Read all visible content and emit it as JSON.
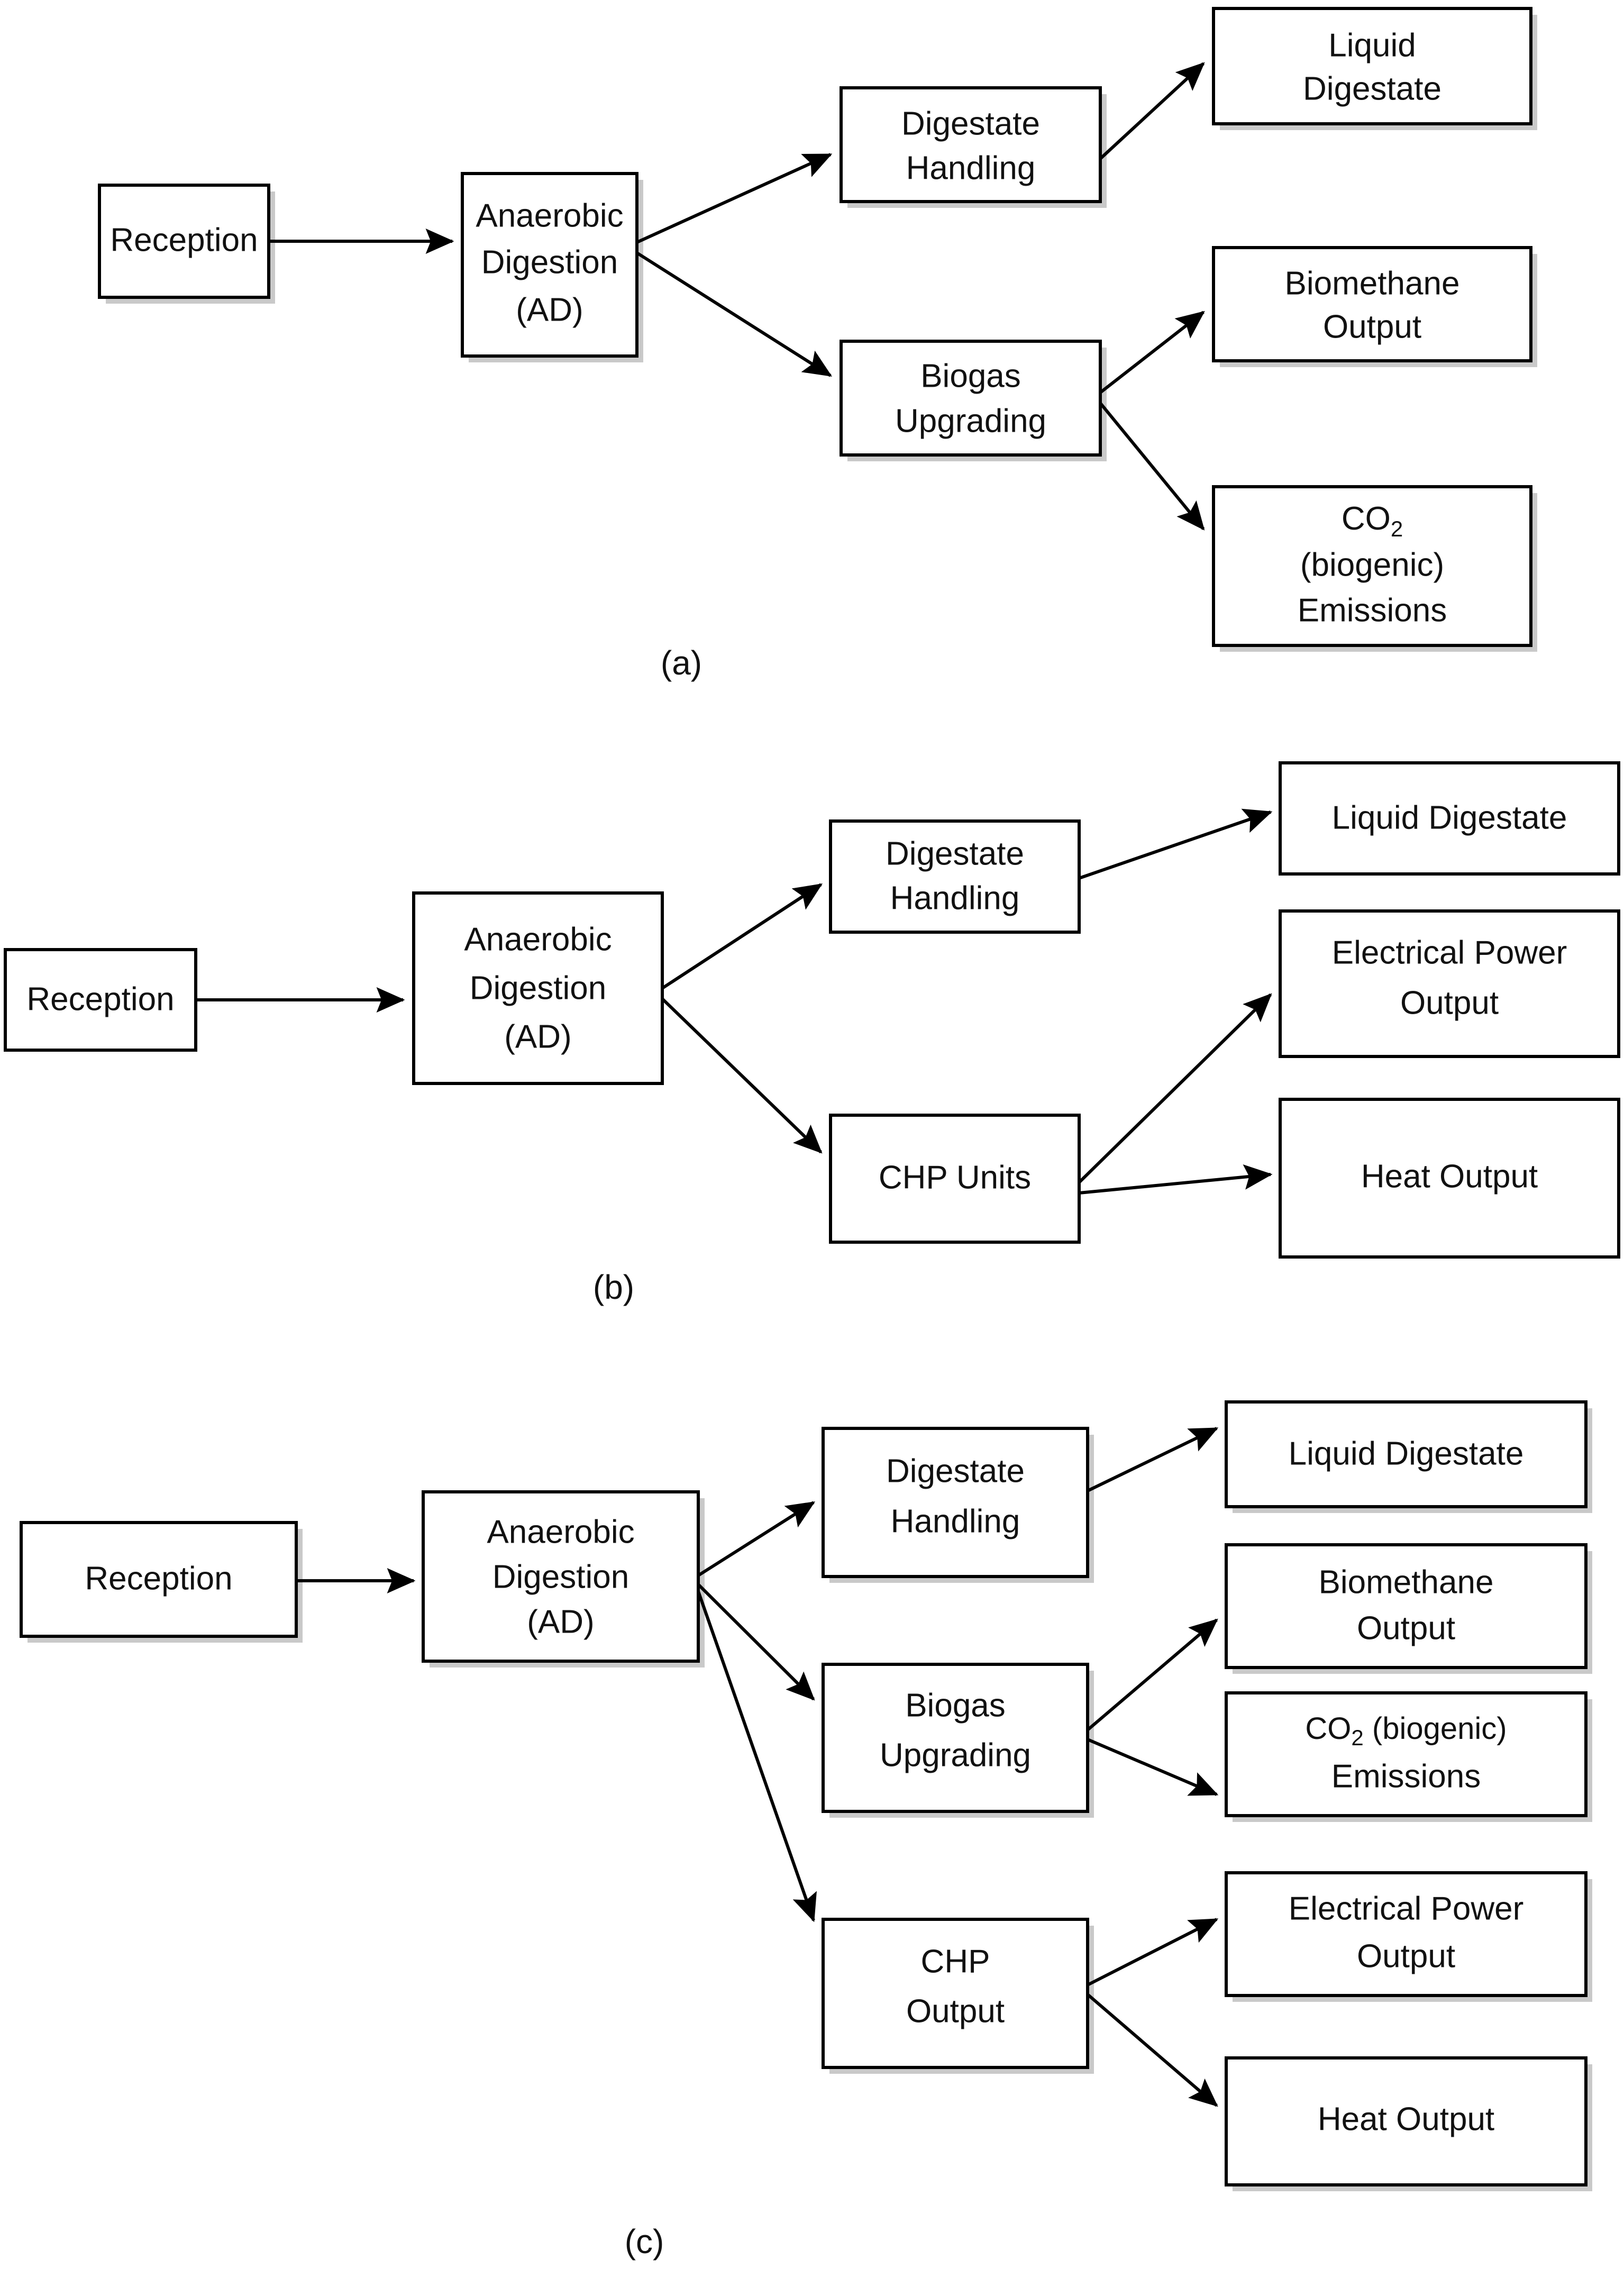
{
  "figure": {
    "background_color": "#ffffff",
    "line_color": "#000000",
    "box_fill": "#ffffff",
    "shadow_color": "#c9c9c9",
    "text_color": "#111111"
  },
  "panels": [
    {
      "id": "a",
      "caption": "(a)",
      "has_shadow": true,
      "nodes": {
        "reception": "Reception",
        "ad_line1": "Anaerobic",
        "ad_line2": "Digestion",
        "ad_line3": "(AD)",
        "digestate_handling_line1": "Digestate",
        "digestate_handling_line2": "Handling",
        "biogas_upgrading_line1": "Biogas",
        "biogas_upgrading_line2": "Upgrading",
        "liquid_digestate_line1": "Liquid",
        "liquid_digestate_line2": "Digestate",
        "biomethane_line1": "Biomethane",
        "biomethane_line2": "Output",
        "co2_line1_main": "CO",
        "co2_line1_sub": "2",
        "co2_line2": "(biogenic)",
        "co2_line3": "Emissions"
      },
      "edges": [
        "Reception -> Anaerobic Digestion (AD)",
        "Anaerobic Digestion (AD) -> Digestate Handling",
        "Anaerobic Digestion (AD) -> Biogas Upgrading",
        "Digestate Handling -> Liquid Digestate",
        "Biogas Upgrading -> Biomethane Output",
        "Biogas Upgrading -> CO2 (biogenic) Emissions"
      ]
    },
    {
      "id": "b",
      "caption": "(b)",
      "has_shadow": false,
      "nodes": {
        "reception": "Reception",
        "ad_line1": "Anaerobic",
        "ad_line2": "Digestion",
        "ad_line3": "(AD)",
        "digestate_handling_line1": "Digestate",
        "digestate_handling_line2": "Handling",
        "chp_units": "CHP Units",
        "liquid_digestate": "Liquid Digestate",
        "electrical_power_line1": "Electrical Power",
        "electrical_power_line2": "Output",
        "heat_output": "Heat Output"
      },
      "edges": [
        "Reception -> Anaerobic Digestion (AD)",
        "Anaerobic Digestion (AD) -> Digestate Handling",
        "Anaerobic Digestion (AD) -> CHP Units",
        "Digestate Handling -> Liquid Digestate",
        "CHP Units -> Electrical Power Output",
        "CHP Units -> Heat Output"
      ]
    },
    {
      "id": "c",
      "caption": "(c)",
      "has_shadow": true,
      "nodes": {
        "reception": "Reception",
        "ad_line1": "Anaerobic",
        "ad_line2": "Digestion",
        "ad_line3": "(AD)",
        "digestate_handling_line1": "Digestate",
        "digestate_handling_line2": "Handling",
        "biogas_upgrading_line1": "Biogas",
        "biogas_upgrading_line2": "Upgrading",
        "chp_output_line1": "CHP",
        "chp_output_line2": "Output",
        "liquid_digestate": "Liquid Digestate",
        "biomethane_line1": "Biomethane",
        "biomethane_line2": "Output",
        "co2_line1_main": "CO",
        "co2_line1_sub": "2",
        "co2_line1_tail": " (biogenic)",
        "co2_line2": "Emissions",
        "electrical_power_line1": "Electrical Power",
        "electrical_power_line2": "Output",
        "heat_output": "Heat Output"
      },
      "edges": [
        "Reception -> Anaerobic Digestion (AD)",
        "Anaerobic Digestion (AD) -> Digestate Handling",
        "Anaerobic Digestion (AD) -> Biogas Upgrading",
        "Anaerobic Digestion (AD) -> CHP Output",
        "Digestate Handling -> Liquid Digestate",
        "Biogas Upgrading -> Biomethane Output",
        "Biogas Upgrading -> CO2 (biogenic) Emissions",
        "CHP Output -> Electrical Power Output",
        "CHP Output -> Heat Output"
      ]
    }
  ]
}
